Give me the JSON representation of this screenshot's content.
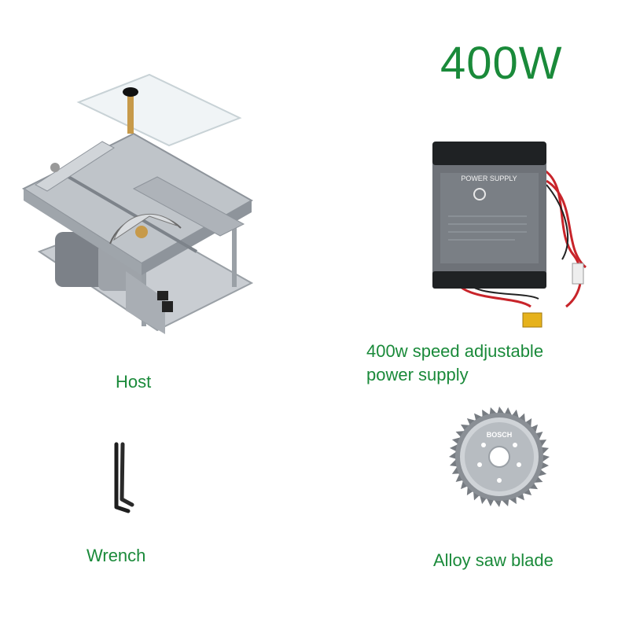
{
  "headline": "400W",
  "products": [
    {
      "caption": "Host"
    },
    {
      "caption": "400w speed adjustable",
      "caption_line2": "power supply",
      "device_label": "POWER SUPPLY"
    },
    {
      "caption": "Wrench"
    },
    {
      "caption": "Alloy saw blade",
      "brand": "BOSCH"
    }
  ],
  "colors": {
    "caption_green": "#1a8a3a",
    "metal": "#b9bec4",
    "metal_dark": "#8e949b",
    "acrylic": "#e9f0f2",
    "psu_body": "#6e7278",
    "psu_cap": "#1f2224",
    "wire_red": "#c8242a",
    "connector_yellow": "#e6b21c"
  }
}
